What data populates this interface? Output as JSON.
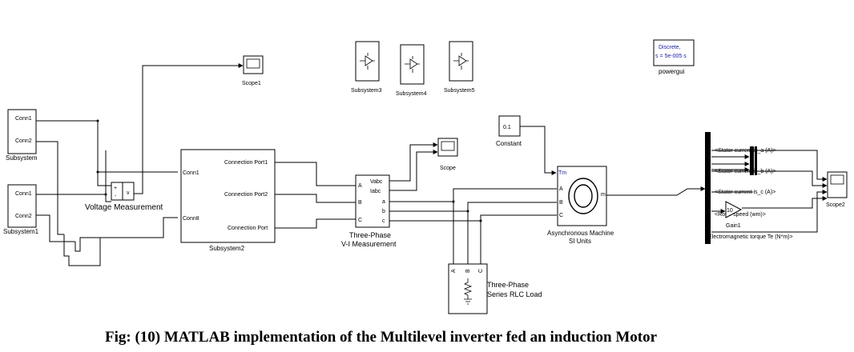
{
  "blocks": {
    "subsystem": {
      "name": "Subsystem",
      "ports": [
        "Conn1",
        "Conn2"
      ]
    },
    "subsystem1": {
      "name": "Subsystem1",
      "ports": [
        "Conn1",
        "Conn2"
      ]
    },
    "voltage_measurement": {
      "name": "Voltage Measurement",
      "plus": "+",
      "minus": "-",
      "out": "v"
    },
    "scope1": {
      "name": "Scope1"
    },
    "subsystem2": {
      "name": "Subsystem2",
      "in_ports": [
        "Conn1",
        "Conn8"
      ],
      "out_ports": [
        "Connection Port1",
        "Connection Port2",
        "Connection Port"
      ]
    },
    "subsystem3": {
      "name": "Subsystem3"
    },
    "subsystem4": {
      "name": "Subsystem4"
    },
    "subsystem5": {
      "name": "Subsystem5"
    },
    "powergui": {
      "name": "powergui",
      "line1": "Discrete,",
      "line2": "s = 5e-005 s"
    },
    "vi_measurement": {
      "name_line1": "Three-Phase",
      "name_line2": "V-I Measurement",
      "in_ports": [
        "A",
        "B",
        "C"
      ],
      "out_ports": [
        "Vabc",
        "Iabc",
        "a",
        "b",
        "c"
      ]
    },
    "scope": {
      "name": "Scope"
    },
    "constant": {
      "name": "Constant",
      "value": "0.1"
    },
    "machine": {
      "name_line1": "Asynchronous Machine",
      "name_line2": "SI Units",
      "ports": [
        "Tm",
        "A",
        "B",
        "C"
      ],
      "out": "m"
    },
    "rlc_load": {
      "name_line1": "Three-Phase",
      "name_line2": "Series RLC Load",
      "ports": [
        "A",
        "B",
        "C"
      ]
    },
    "bus_selector": {
      "signals": [
        "<Stator current is_a (A)>",
        "<Stator current is_b (A)>",
        "<Stator current is_c (A)>",
        "<Rotor speed (wm)>",
        "<Electromagnetic torque Te (N*m)>"
      ]
    },
    "gain1": {
      "name": "Gain1",
      "value": "10"
    },
    "scope2": {
      "name": "Scope2"
    }
  },
  "caption": "Fig: (10) MATLAB implementation of the Multilevel inverter fed an induction Motor"
}
